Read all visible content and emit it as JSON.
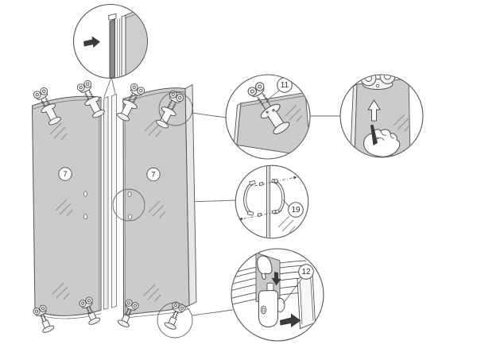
{
  "diagram": {
    "type": "exploded-assembly-instruction",
    "subject": "curved glass door panels with top rollers, handle set, seal strip and bottom guide",
    "background_color": "#ffffff",
    "outline_color": "#4d4d4d",
    "glass_fill": "#cbcbcb",
    "glass_edge_fill": "#e6e6e6",
    "seal_strip_fill": "#8a8a8a",
    "arrow_fill": "#3a3a3a",
    "callouts": {
      "left_panel": "7",
      "right_panel": "7",
      "top_roller": "11",
      "handle_set": "19",
      "bottom_guide": "12"
    },
    "icons": {
      "insert_arrow": "solid-right-arrow",
      "adjust_arrow": "outline-up-arrow",
      "press_arrow": "solid-down-arrow",
      "slide_arrow": "solid-right-arrow",
      "press_hand": "hand-outline",
      "pen_hand": "hand-holding-pen-outline"
    }
  }
}
